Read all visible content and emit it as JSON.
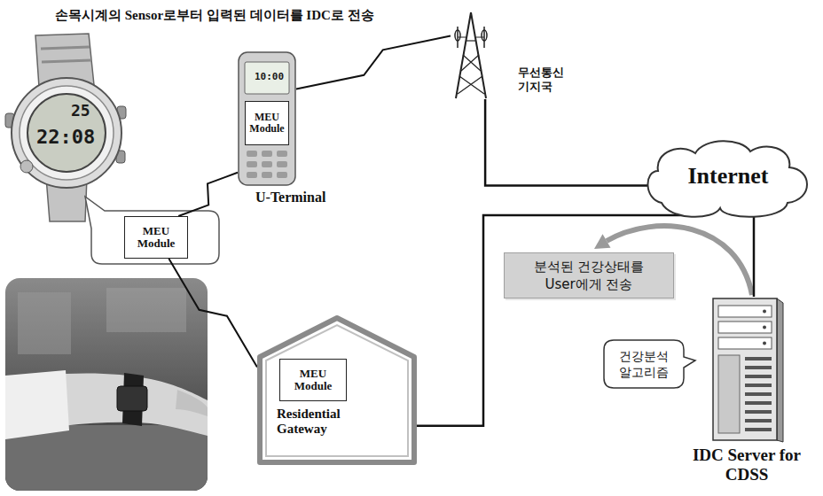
{
  "diagram": {
    "title": "손목시계의 Sensor로부터 입력된 데이터를 IDC로 전송",
    "nodes": [
      {
        "text": [
          "MEU Module"
        ]
      },
      {
        "text": [
          "U-Terminal"
        ]
      },
      {
        "text": [
          "MEU Module"
        ],
        "in": 1
      },
      {
        "text": [
          "무선통신 기지국"
        ]
      },
      {
        "text": [
          "Internet"
        ]
      },
      {
        "text": [
          "Residential Gateway"
        ]
      },
      {
        "text": [
          "MEU Module"
        ],
        "in": 5
      },
      {
        "text": [
          "분석된 건강상태를 User에게 전송"
        ]
      },
      {
        "text": [
          "건강분석 알고리즘"
        ]
      },
      {
        "text": [
          "IDC Server for CDSS"
        ]
      }
    ],
    "edges": [
      {
        "from": 0,
        "to": 1,
        "arrow": "none"
      },
      {
        "from": 1,
        "to": 3,
        "arrow": "none"
      },
      {
        "from": 3,
        "to": 4,
        "arrow": "none"
      },
      {
        "from": 0,
        "to": 5,
        "arrow": "none"
      },
      {
        "from": 5,
        "to": 4,
        "arrow": "none"
      },
      {
        "from": 9,
        "to": 4,
        "arrow": "none"
      }
    ],
    "labels": [
      "25",
      "22:08",
      "10:00"
    ]
  }
}
